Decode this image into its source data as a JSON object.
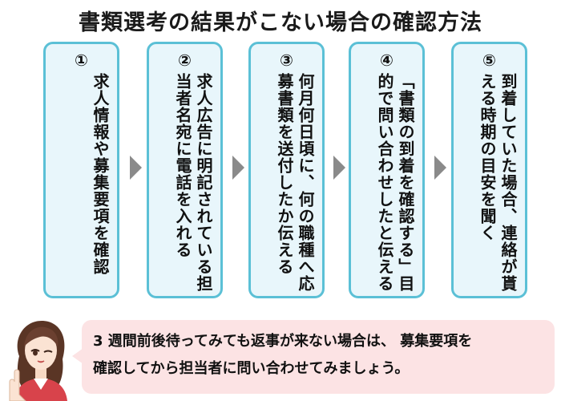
{
  "title": "書類選考の結果がこない場合の確認方法",
  "steps": [
    {
      "number": "①",
      "text": "求人情報や募集要項を確認"
    },
    {
      "number": "②",
      "text": "求人広告に明記されている担当者名宛に電話を入れる"
    },
    {
      "number": "③",
      "text": "何月何日頃に、何の職種へ応募書類を送付したか伝える"
    },
    {
      "number": "④",
      "text": "「書類の到着を確認する」目的で問い合わせしたと伝える"
    },
    {
      "number": "⑤",
      "text": "到着していた場合、連絡が貰える時期の目安を聞く"
    }
  ],
  "advice": {
    "line1": "3 週間前後待ってみても返事が来ない場合は、 募集要項を",
    "line2": "確認してから担当者に問い合わせてみましょう。"
  },
  "colors": {
    "step_border": "#5bc0d6",
    "step_fill": "#e8f6fb",
    "arrow": "#8a8a8a",
    "bubble": "#fce3e4"
  },
  "icons": {
    "arrow": "triangle-right-icon",
    "avatar": "woman-advisor-illustration"
  }
}
